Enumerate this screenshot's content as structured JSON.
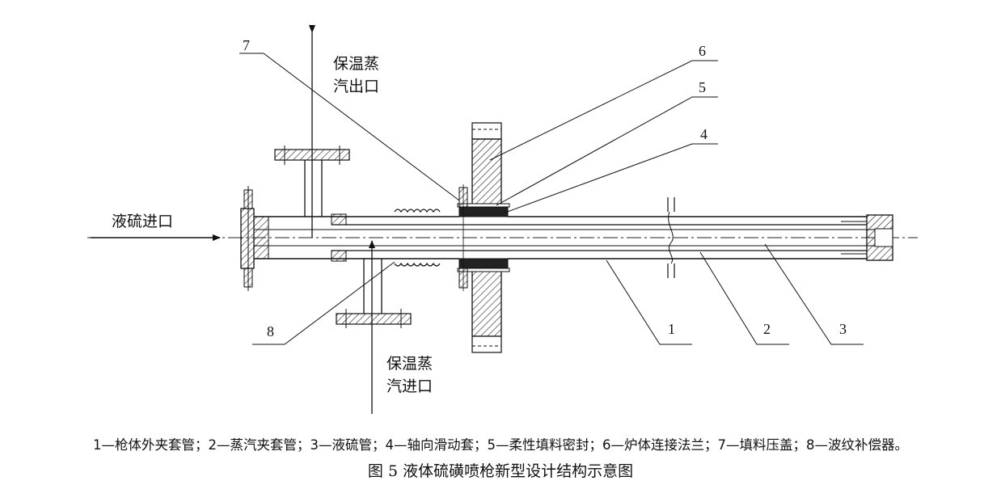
{
  "labels": {
    "steam_outlet_line1": "保温蒸",
    "steam_outlet_line2": "汽出口",
    "steam_inlet_line1": "保温蒸",
    "steam_inlet_line2": "汽进口",
    "liquid_sulfur_inlet": "液硫进口"
  },
  "callouts": [
    "1",
    "2",
    "3",
    "4",
    "5",
    "6",
    "7",
    "8"
  ],
  "legend": "1—枪体外夹套管；2—蒸汽夹套管；3—液硫管；4—轴向滑动套；5—柔性填料密封；6—炉体连接法兰；7—填料压盖；8—波纹补偿器。",
  "caption": "图 5  液体硫磺喷枪新型设计结构示意图"
}
